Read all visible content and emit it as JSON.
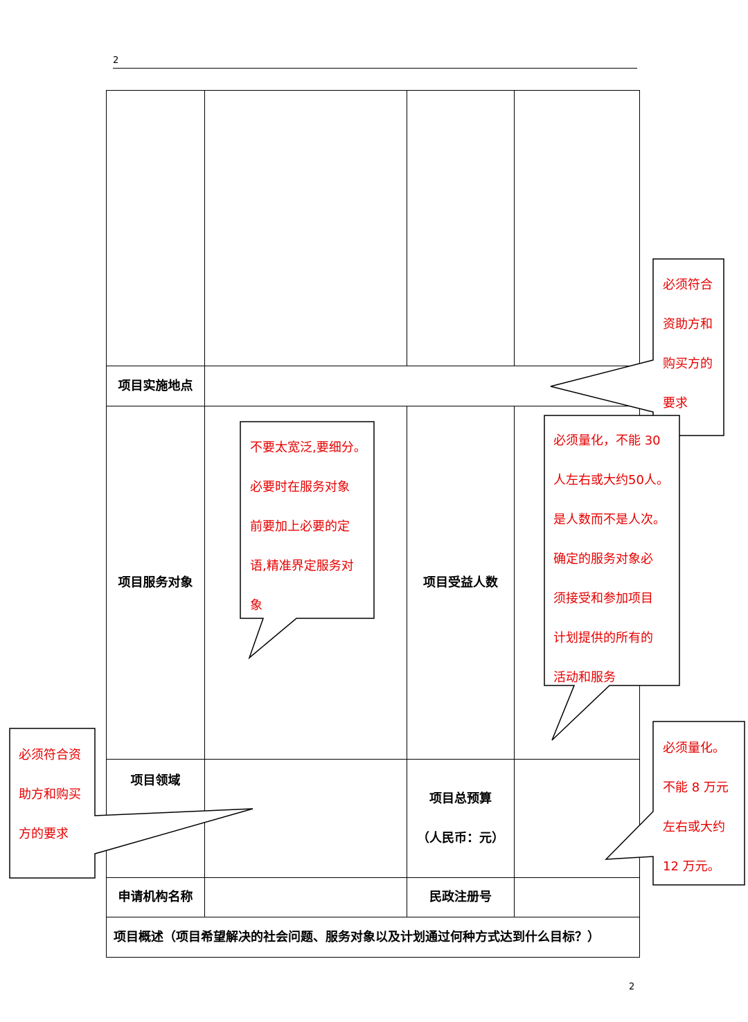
{
  "header": {
    "page_number": "2"
  },
  "footer": {
    "page_number": "2"
  },
  "table": {
    "location_label": "项目实施地点",
    "service_target_label": "项目服务对象",
    "beneficiaries_label": "项目受益人数",
    "domain_label": "项目领域",
    "budget_label_line1": "项目总预算",
    "budget_label_line2": "（人民币：元）",
    "org_name_label": "申请机构名称",
    "registration_label": "民政注册号",
    "overview_label": "项目概述（项目希望解决的社会问题、服务对象以及计划通过何种方式达到什么目标？）"
  },
  "callouts": {
    "location_note": [
      "必须符合",
      "资助方和",
      "购买方的",
      "要求"
    ],
    "target_note": [
      "不要太宽泛,要细分。",
      "必要时在服务对象",
      "前要加上必要的定",
      "语,精准界定服务对",
      "象"
    ],
    "beneficiaries_note": [
      "必须量化，不能 30",
      "人左右或大约50人。",
      "是人数而不是人次。",
      "确定的服务对象必",
      "须接受和参加项目",
      "计划提供的所有的",
      "活动和服务"
    ],
    "domain_note": [
      "必须符合资",
      "助方和购买",
      "方的要求"
    ],
    "budget_note": [
      "必须量化。",
      "不能 8 万元",
      "左右或大约",
      "12 万元。"
    ]
  },
  "colors": {
    "annotation_text": "#e60000",
    "border": "#000000"
  }
}
